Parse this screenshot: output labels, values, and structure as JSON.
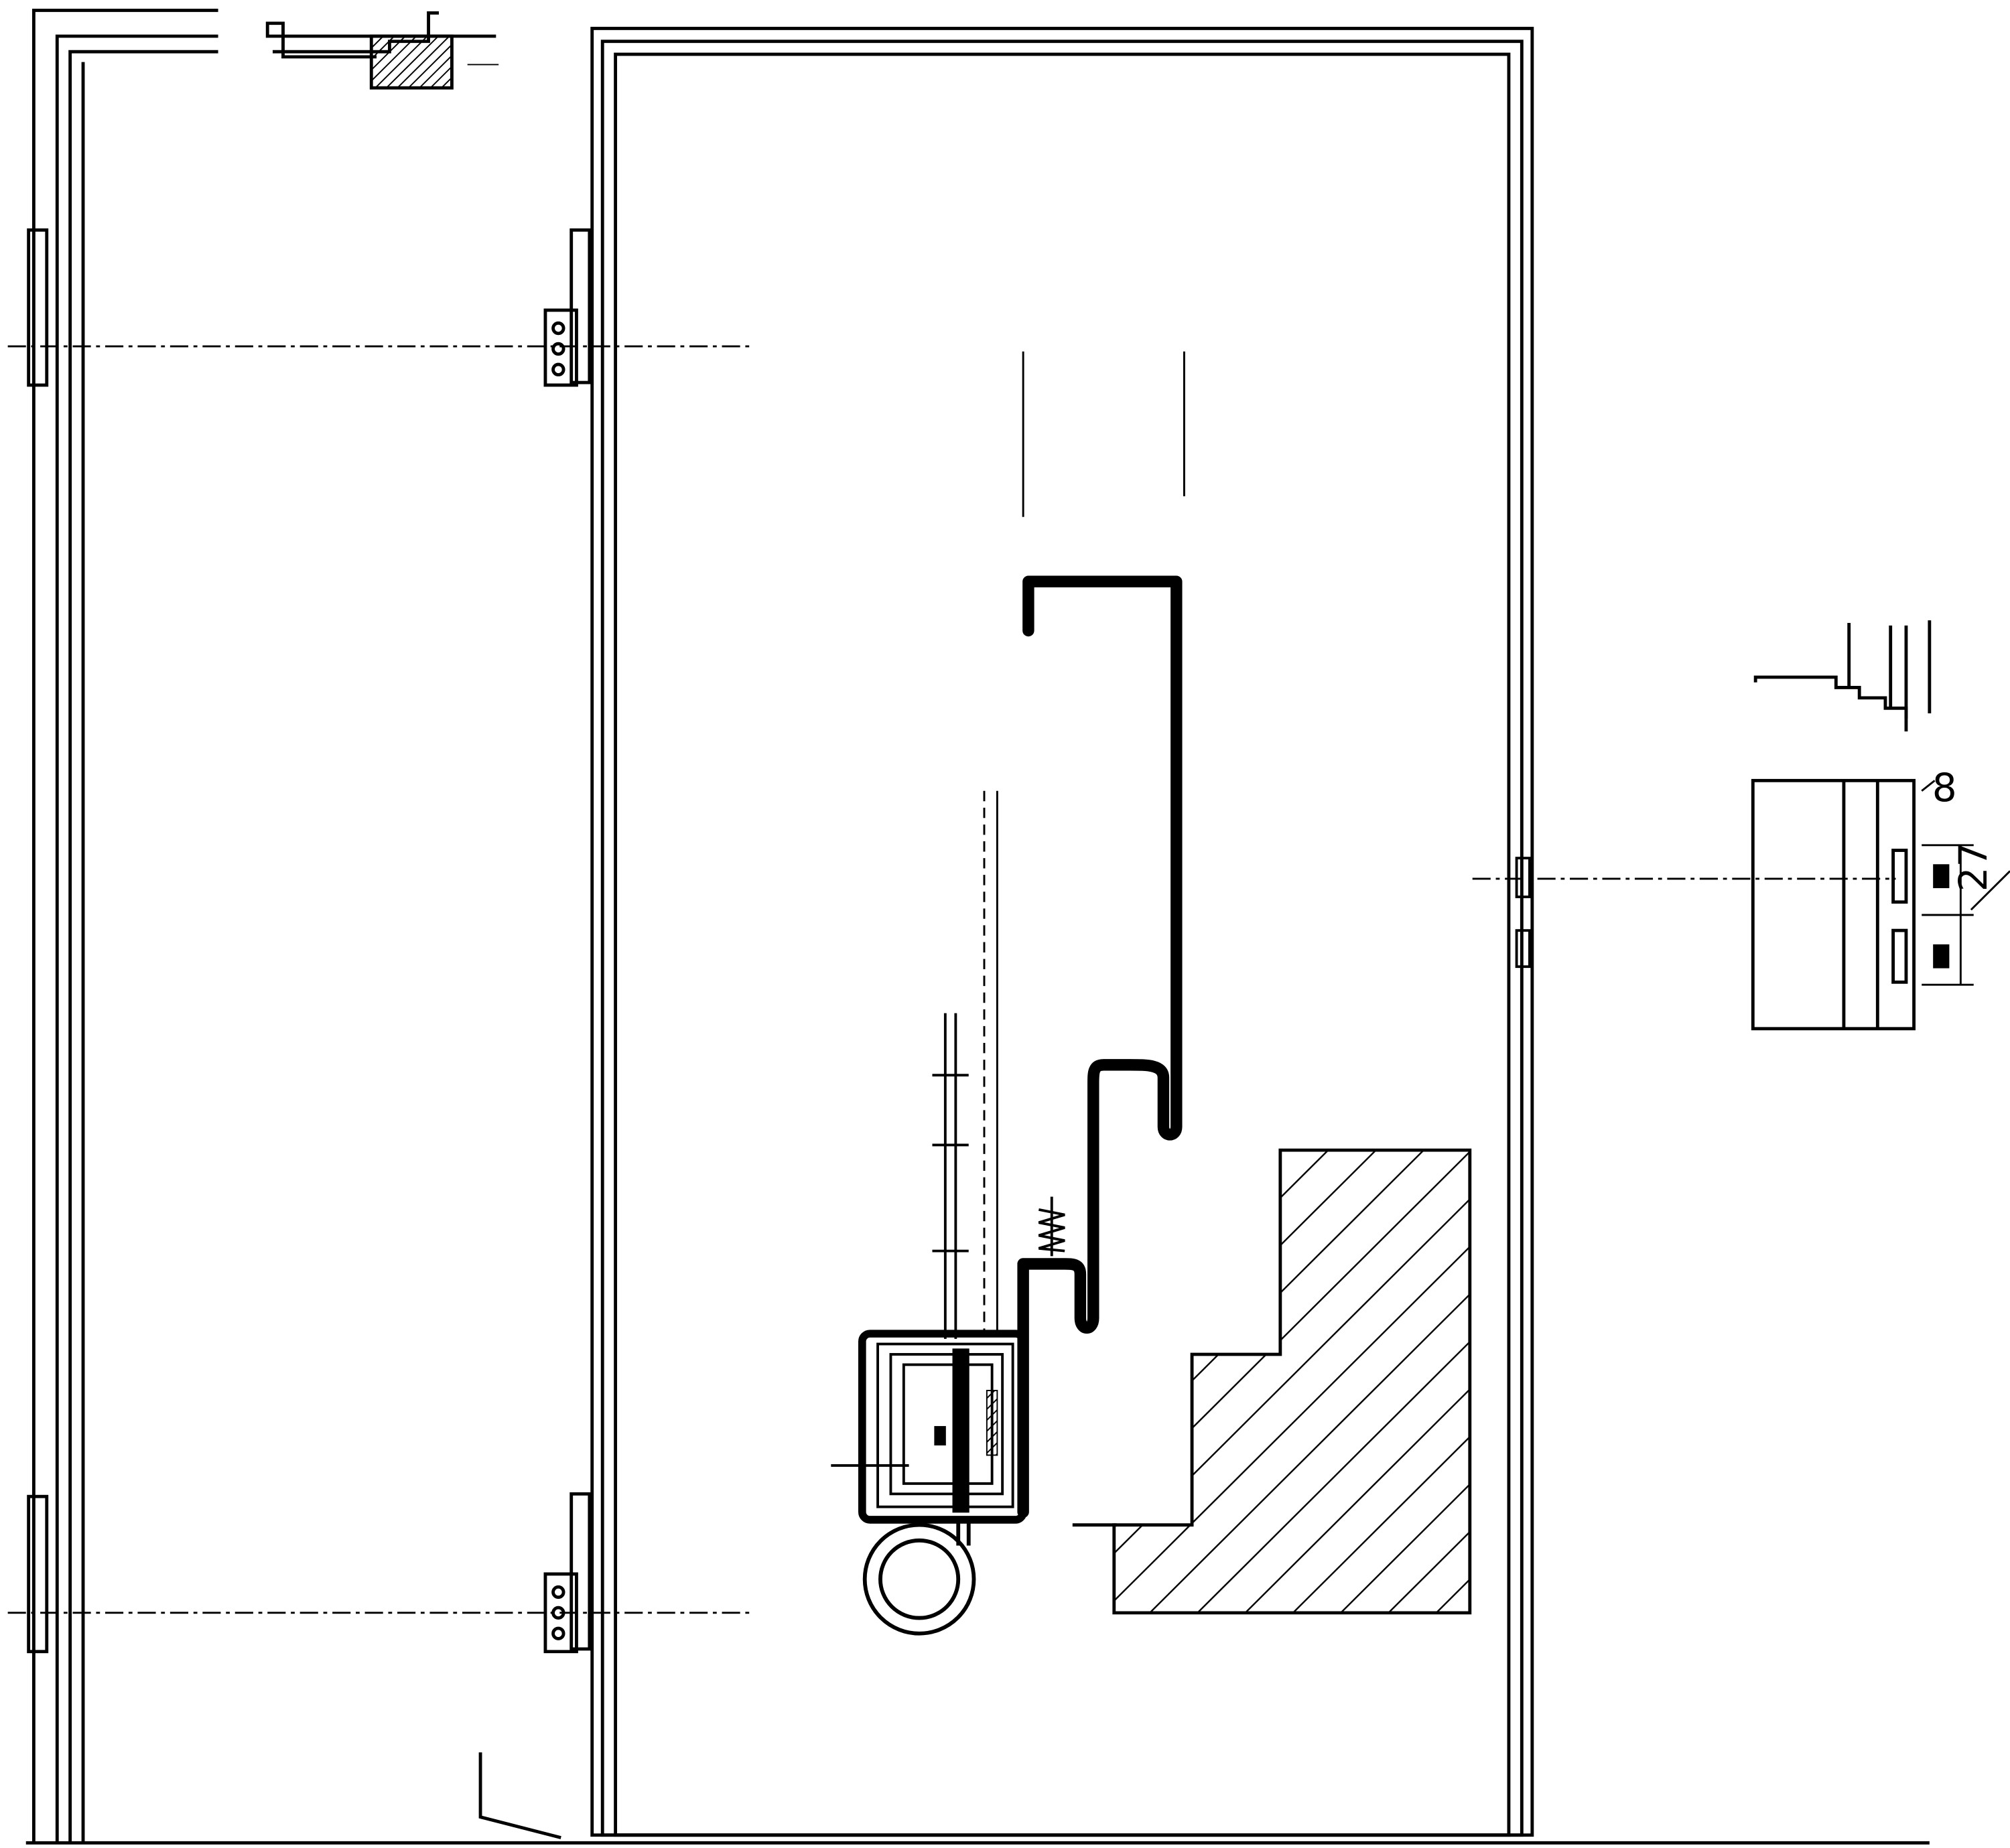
{
  "drawing": {
    "background": "#ffffff",
    "line_color": "#000000",
    "views": [
      "door-elevation",
      "frame-section-detail",
      "lock-side-detail"
    ],
    "dimensions": {
      "dim_27": "27",
      "dim_8": "8"
    }
  }
}
